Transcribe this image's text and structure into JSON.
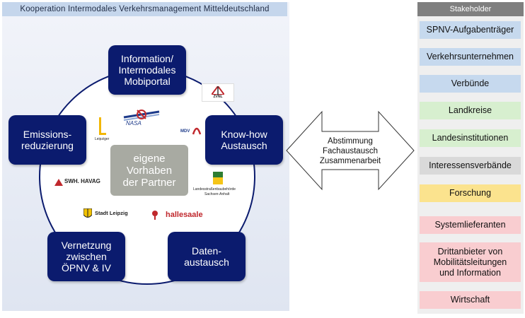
{
  "title": "Kooperation  Intermodales  Verkehrsmanagement  Mitteldeutschland",
  "nodes": {
    "info": "Information/\nIntermodales\nMobiportal",
    "knowhow": "Know-how\nAustausch",
    "daten": "Daten-\naustausch",
    "vernetzung": "Vernetzung\nzwischen\nÖPNV & IV",
    "emission": "Emissions-\nreduzierung"
  },
  "center": "eigene\nVorhaben\nder Partner",
  "logos": {
    "zvnl": "ZVNL",
    "nasa": "NASA",
    "leipzig": "Leipziger",
    "mdv": "MDV",
    "swh": "SWH. HAVAG",
    "lsbb_line1": "Landesstraßenbaubehörde",
    "lsbb_line2": "Sachsen-Anhalt",
    "stadt": "Stadt Leipzig",
    "halle": "hallesaale"
  },
  "arrow": {
    "line1": "Abstimmung",
    "line2": "Fachaustausch",
    "line3": "Zusammenarbeit"
  },
  "stakeholders": {
    "header": "Stakeholder",
    "items": [
      {
        "label": "SPNV-Aufgabenträger",
        "color": "#c6d9ee"
      },
      {
        "label": "Verkehrsunternehmen",
        "color": "#c6d9ee"
      },
      {
        "label": "Verbünde",
        "color": "#c6d9ee"
      },
      {
        "label": "Landkreise",
        "color": "#d7efcf"
      },
      {
        "label": "Landesinstitutionen",
        "color": "#d7efcf"
      },
      {
        "label": "Interessensverbände",
        "color": "#d9d9d9"
      },
      {
        "label": "Forschung",
        "color": "#fbe38e"
      },
      {
        "label": "Systemlieferanten",
        "color": "#f9cdd0"
      },
      {
        "label": "Drittanbieter von\nMobilitätsleitungen\nund Information",
        "color": "#f9cdd0"
      },
      {
        "label": "Wirtschaft",
        "color": "#f9cdd0"
      }
    ]
  },
  "colors": {
    "node": "#0b1b6e",
    "ring": "#0b1b6e",
    "center": "#a8aaa2"
  }
}
